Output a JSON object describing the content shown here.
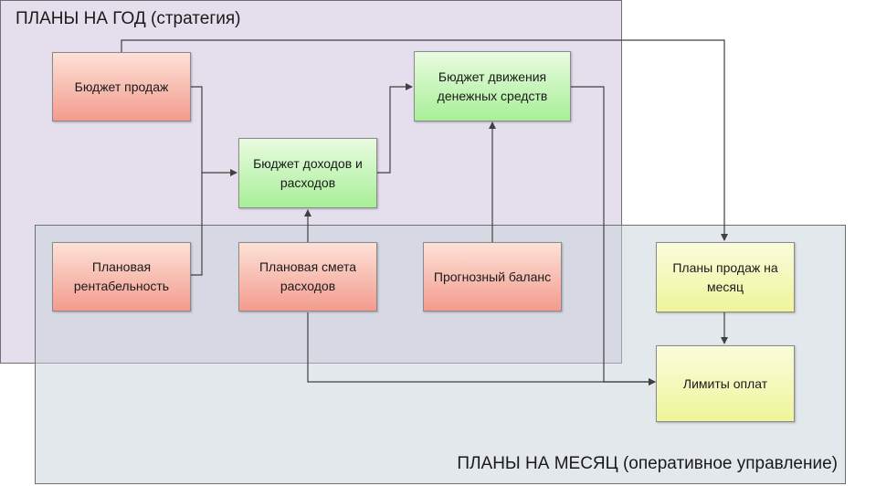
{
  "regions": {
    "year_title": "ПЛАНЫ НА ГОД (стратегия)",
    "month_title": "ПЛАНЫ НА МЕСЯЦ (оперативное управление)"
  },
  "boxes": {
    "sales_budget": "Бюджет продаж",
    "income_expense_budget": "Бюджет доходов и расходов",
    "cash_flow_budget": "Бюджет движения денежных средств",
    "planned_profitability": "Плановая рентабельность",
    "planned_cost_estimate": "Плановая смета расходов",
    "forecast_balance": "Прогнозный баланс",
    "monthly_sales_plans": "Планы продаж на месяц",
    "payment_limits": "Лимиты оплат"
  },
  "colors": {
    "red_box": "#f39c8d",
    "green_box": "#a8ef98",
    "yellow_box": "#eef59a",
    "year_region": "#d2c8e1",
    "month_region": "#c8d2da"
  }
}
